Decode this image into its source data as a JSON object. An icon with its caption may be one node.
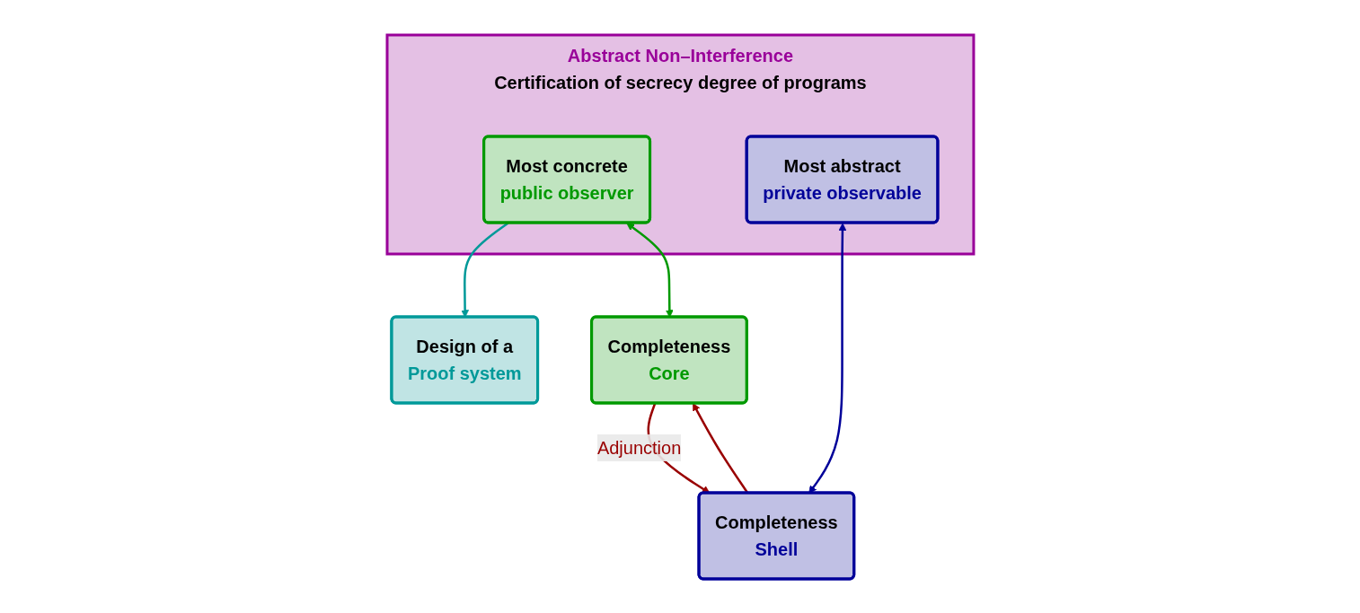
{
  "diagram": {
    "nodes": [
      {
        "text": [
          "Abstract Non–Interference",
          "Certification of secrecy degree of programs"
        ]
      },
      {
        "text": [
          "Most concrete",
          "public observer"
        ],
        "in": 0
      },
      {
        "text": [
          "Most abstract",
          "private observable"
        ],
        "in": 0
      },
      {
        "text": [
          "Design of a",
          "Proof system"
        ]
      },
      {
        "text": [
          "Completeness",
          "Core"
        ]
      },
      {
        "text": [
          "Completeness",
          "Shell"
        ]
      }
    ],
    "edges": [
      {
        "from": 1,
        "to": 3,
        "arrow": "to",
        "color": "#009999"
      },
      {
        "from": 1,
        "to": 4,
        "arrow": "both",
        "color": "#009900"
      },
      {
        "from": 2,
        "to": 5,
        "arrow": "both",
        "color": "#000099"
      },
      {
        "from": 4,
        "to": 5,
        "arrow": "to",
        "label": "Adjunction",
        "color": "#990000"
      },
      {
        "from": 5,
        "to": 4,
        "arrow": "to",
        "color": "#990000"
      }
    ]
  }
}
